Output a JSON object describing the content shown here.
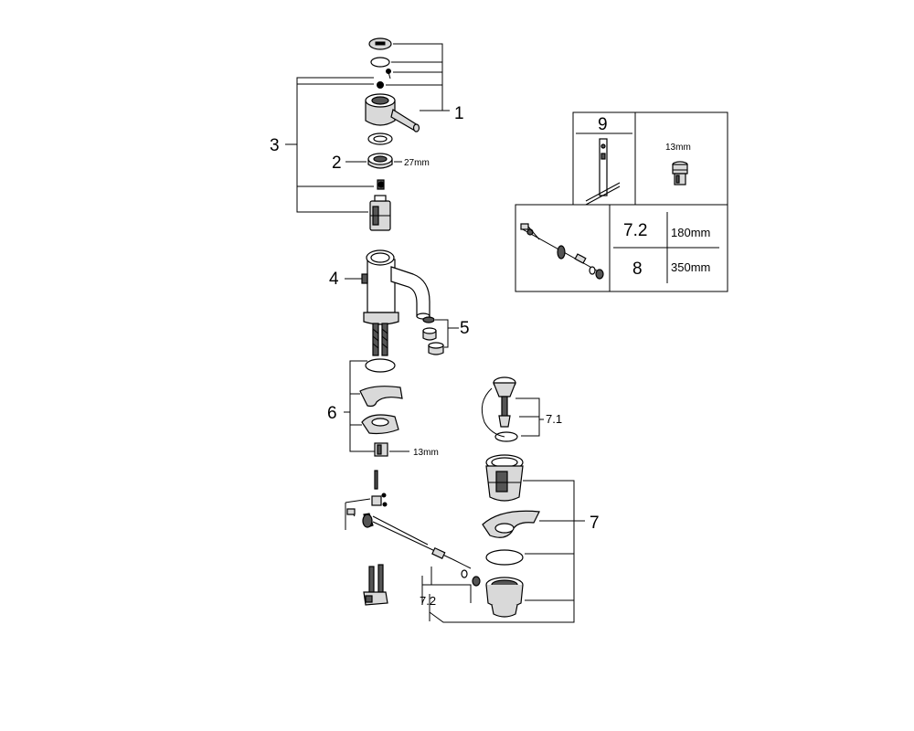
{
  "callouts": {
    "c1": "1",
    "c2": "2",
    "c3": "3",
    "c4": "4",
    "c5": "5",
    "c6": "6",
    "c7": "7",
    "c71": "7.1",
    "c72": "7.2"
  },
  "dimensions": {
    "nut_size": "27mm",
    "shank_nut": "13mm"
  },
  "inset": {
    "tool_label": "9",
    "tool_size": "13mm",
    "rod_rows": [
      {
        "label": "7.2",
        "length": "180mm"
      },
      {
        "label": "8",
        "length": "350mm"
      }
    ]
  }
}
